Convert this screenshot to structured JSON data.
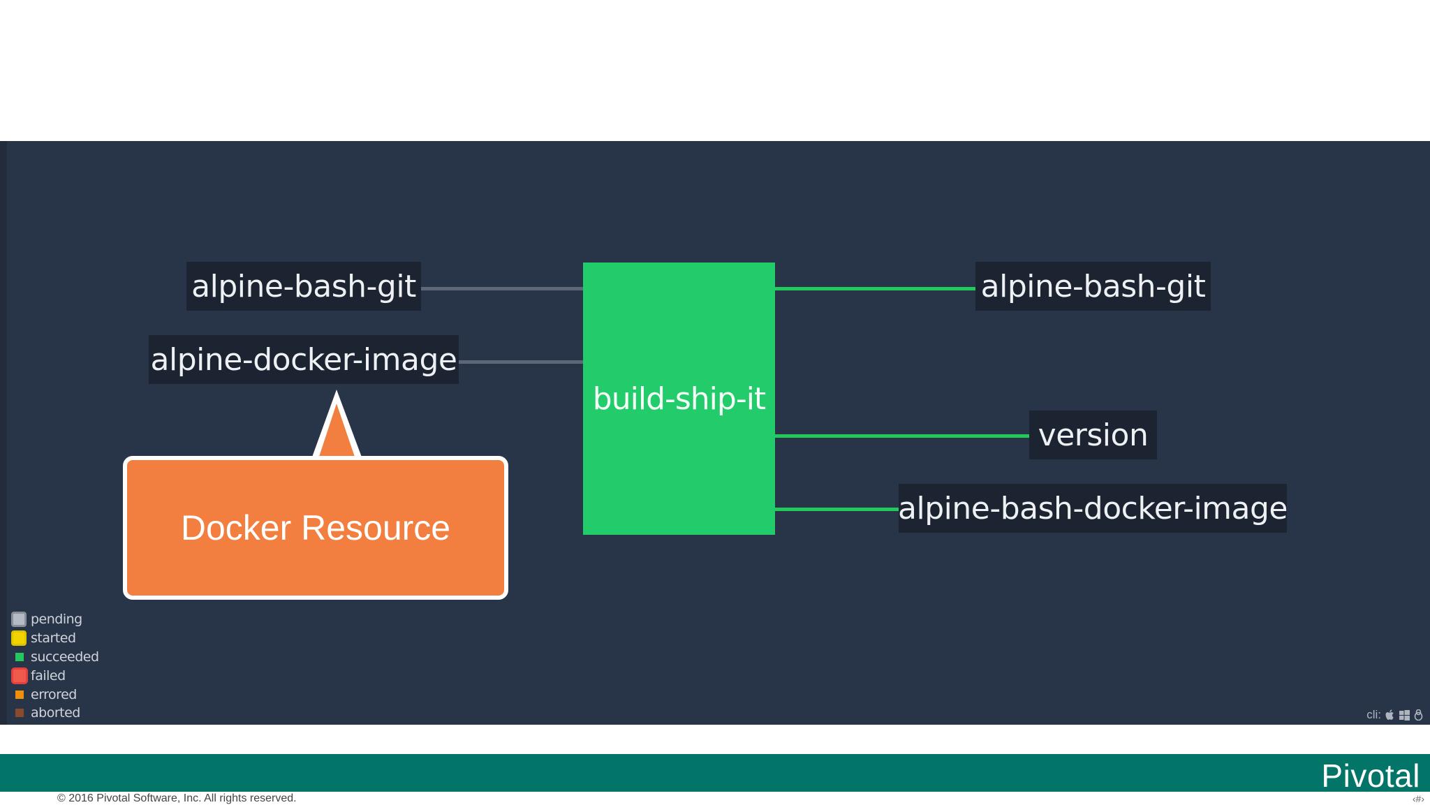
{
  "pipeline": {
    "inputs": [
      {
        "label": "alpine-bash-git"
      },
      {
        "label": "alpine-docker-image"
      }
    ],
    "job": {
      "label": "build-ship-it",
      "status": "succeeded"
    },
    "outputs": [
      {
        "label": "alpine-bash-git"
      },
      {
        "label": "version"
      },
      {
        "label": "alpine-bash-docker-image"
      }
    ]
  },
  "callout": {
    "text": "Docker Resource",
    "color": "#f27f3f"
  },
  "legend": [
    {
      "label": "pending",
      "color": "#b5bbc3"
    },
    {
      "label": "started",
      "color": "#f1d300"
    },
    {
      "label": "succeeded",
      "color": "#24c85f"
    },
    {
      "label": "failed",
      "color": "#ef5a4d"
    },
    {
      "label": "errored",
      "color": "#f0900a"
    },
    {
      "label": "aborted",
      "color": "#8b4a2b"
    }
  ],
  "cli": {
    "label": "cli:",
    "icons": [
      "apple-icon",
      "windows-icon",
      "linux-icon"
    ]
  },
  "footer": {
    "brand": "Pivotal",
    "copyright": "© 2016 Pivotal Software, Inc.  All rights reserved.",
    "page": "‹#›",
    "band_color": "#027468"
  },
  "colors": {
    "background": "#283447",
    "job_success": "#23cc6a",
    "resource_bg": "#1c2431"
  }
}
